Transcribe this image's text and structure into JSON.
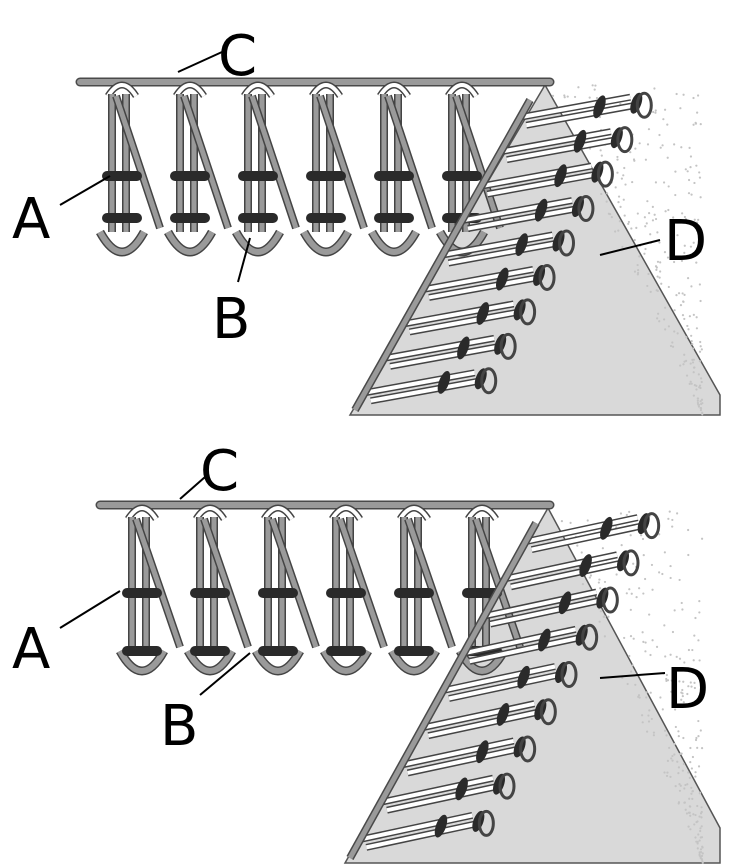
{
  "panels": [
    {
      "id": "top",
      "labels": {
        "a": "A",
        "b": "B",
        "c": "C",
        "d": "D"
      }
    },
    {
      "id": "bottom",
      "labels": {
        "a": "A",
        "b": "B",
        "c": "C",
        "d": "D"
      }
    }
  ],
  "colors": {
    "thread_light": "#9a9a9a",
    "thread_edge": "#4a4a4a",
    "thread_dark": "#2a2a2a",
    "cord_white": "#ffffff",
    "fabric": "#d9d9d9",
    "fabric_speckle": "#c4c4c4"
  }
}
